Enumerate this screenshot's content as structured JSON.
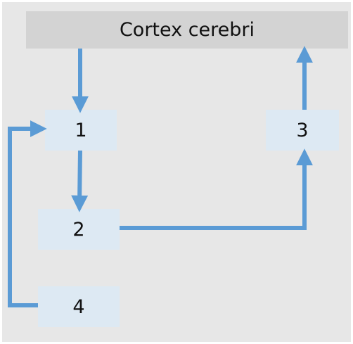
{
  "diagram": {
    "header_label": "Cortex cerebri",
    "nodes": [
      {
        "id": "1",
        "label": "1"
      },
      {
        "id": "2",
        "label": "2"
      },
      {
        "id": "3",
        "label": "3"
      },
      {
        "id": "4",
        "label": "4"
      }
    ],
    "edges": [
      {
        "from": "cortex",
        "to": "1"
      },
      {
        "from": "1",
        "to": "2"
      },
      {
        "from": "2",
        "to": "3"
      },
      {
        "from": "3",
        "to": "cortex"
      },
      {
        "from": "4",
        "to": "1"
      }
    ],
    "colors": {
      "panel_background": "#e7e7e7",
      "header_fill": "#d3d3d3",
      "node_fill": "#dde9f3",
      "arrow": "#5b9bd5",
      "text": "#111111"
    }
  }
}
